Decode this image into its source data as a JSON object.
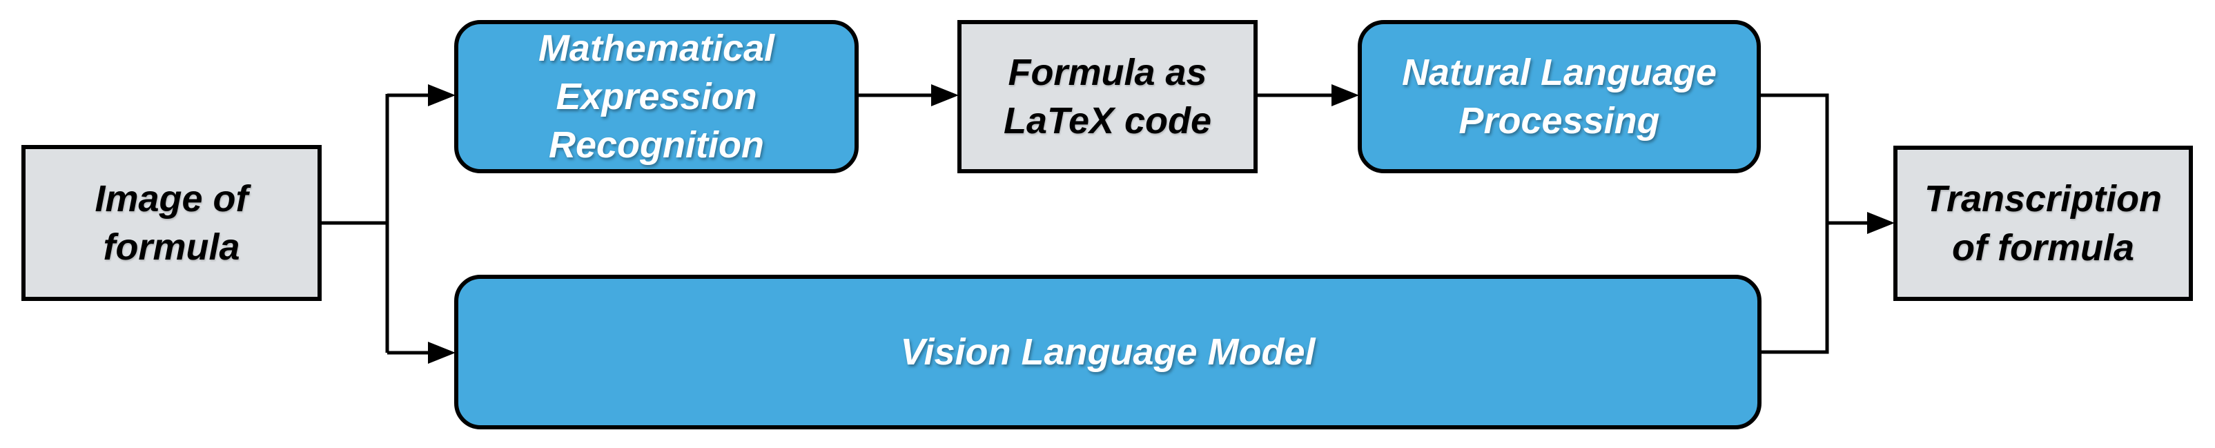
{
  "diagram": {
    "description": "Flowchart of two pipelines for transcribing a formula image",
    "nodes": {
      "image": {
        "label": "Image of\nformula",
        "kind": "artifact"
      },
      "mer": {
        "label": "Mathematical\nExpression\nRecognition",
        "kind": "process"
      },
      "latex": {
        "label": "Formula as\nLaTeX code",
        "kind": "artifact"
      },
      "nlp": {
        "label": "Natural Language\nProcessing",
        "kind": "process"
      },
      "vlm": {
        "label": "Vision Language Model",
        "kind": "process"
      },
      "transcription": {
        "label": "Transcription\nof formula",
        "kind": "artifact"
      }
    },
    "edges": [
      "image -> mer",
      "image -> vlm",
      "mer -> latex",
      "latex -> nlp",
      "nlp -> transcription",
      "vlm -> transcription"
    ],
    "colors": {
      "process-fill": "#45AADF",
      "process-text": "#FFFFFF",
      "artifact-fill": "#DDE0E3",
      "artifact-text": "#000000",
      "connector": "#000000",
      "background": "#FFFFFF"
    }
  }
}
